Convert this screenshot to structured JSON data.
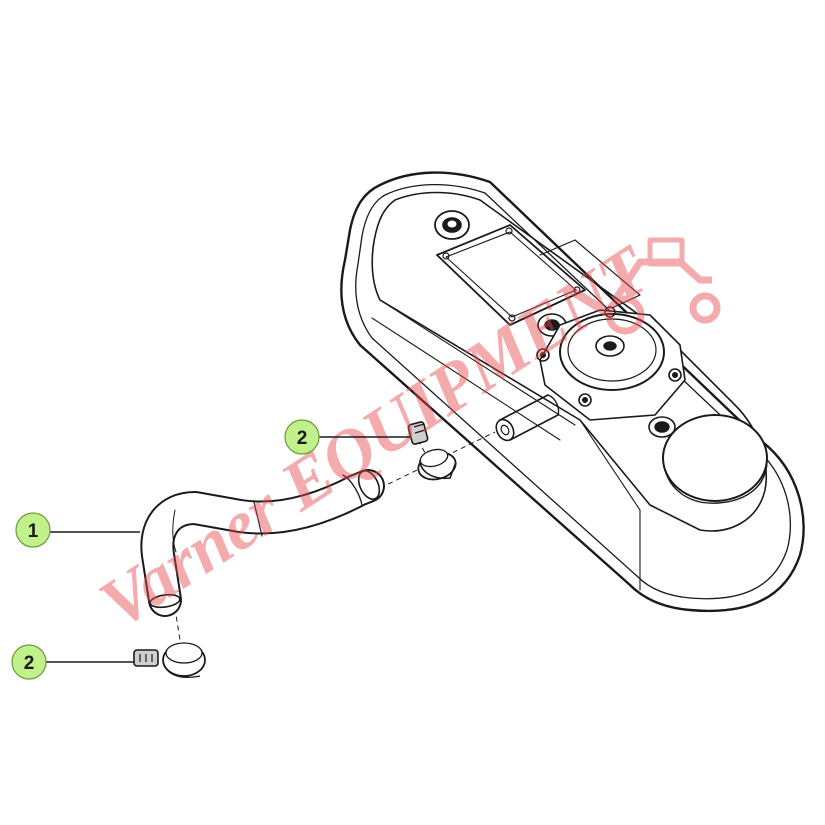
{
  "callouts": [
    {
      "label": "1",
      "part": "breather-hose"
    },
    {
      "label": "2",
      "part": "hose-clamp-upper"
    },
    {
      "label": "2",
      "part": "hose-clamp-lower"
    }
  ],
  "watermark": {
    "text": "Varner EQUIPMENT",
    "color": "#e8474c",
    "opacity": 0.45
  },
  "colors": {
    "callout_fill": "#c2f08a",
    "callout_stroke": "#6a9a3a",
    "line_art": "#1a1a1a",
    "hose_fill": "#ffffff"
  }
}
